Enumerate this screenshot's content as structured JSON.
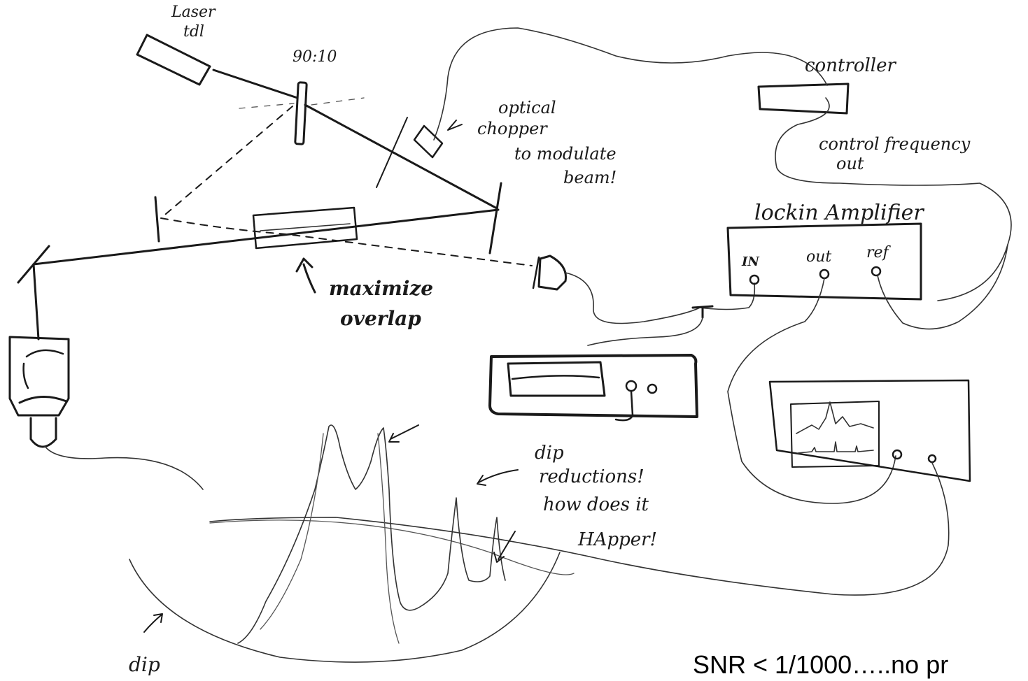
{
  "labels": {
    "laser": "Laser\ntdl",
    "splitter": "90:10",
    "chopper": "optical\nchopper\nto modulate\nbeam!",
    "controller": "controller",
    "control_freq": "control frequency\nout",
    "lockin": "lockin Amplifier",
    "lockin_in": "IN",
    "lockin_out": "out",
    "lockin_ref": "ref",
    "overlap": "maximize\noverlap",
    "dip_reductions": "dip\nreductions!\nhow does it\nHApper!",
    "dip": "dip"
  },
  "footer": {
    "snr_text": "SNR < 1/1000…..no pr"
  }
}
